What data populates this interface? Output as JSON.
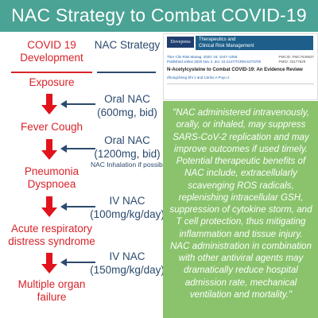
{
  "header": {
    "title": "NAC Strategy to Combat COVID-19"
  },
  "columns": {
    "left_heading": "COVID 19 Development",
    "mid_heading": "NAC Strategy"
  },
  "stages": [
    "Exposure",
    "Fever Cough",
    "Pneumonia Dyspnoea",
    "Acute respiratory distress syndrome",
    "Multiple organ failure"
  ],
  "treatments": [
    {
      "name": "Oral NAC",
      "dose": "(600mg, bid)",
      "note": ""
    },
    {
      "name": "Oral NAC",
      "dose": "(1200mg, bid)",
      "note": "NAC Inhalation if possible"
    },
    {
      "name": "IV NAC",
      "dose": "(100mg/kg/day)",
      "note": ""
    },
    {
      "name": "IV NAC",
      "dose": "(150mg/kg/day)",
      "note": ""
    }
  ],
  "paper": {
    "logo": "Dovepress",
    "journal_line1": "Therapeutics and",
    "journal_line2": "Clinical Risk Management",
    "citation": "Ther Clin Risk Manag. 2020; 16: 1047–1055.",
    "published": "Published online 2020 Nov 2. doi: 10.2147/TCRM.S273700",
    "pmcid": "PMCID: PMC7649937",
    "pmid": "PMID: 33177829",
    "title": "N-Acetylcysteine to Combat COVID-19: An Evidence Review",
    "authors": "Zhongcheng Shi 1 and Carlos A Puyo 2"
  },
  "quote": "\"NAC administered intravenously, orally, or inhaled, may suppress SARS-CoV-2 replication and may improve outcomes if used timely. Potential therapeutic benefits of NAC include, extracellularly scavenging ROS radicals, replenishing intracellular GSH, suppression of cytokine storm, and T cell protection, thus mitigating inflammation and tissue injury. NAC administration in combination with other antiviral agents may dramatically reduce hospital admission rate, mechanical ventilation and mortality.\"",
  "colors": {
    "header": "#4aa394",
    "stage": "#d8232a",
    "treatment": "#2b4a6e",
    "quote_bg": "#8ac36c"
  }
}
